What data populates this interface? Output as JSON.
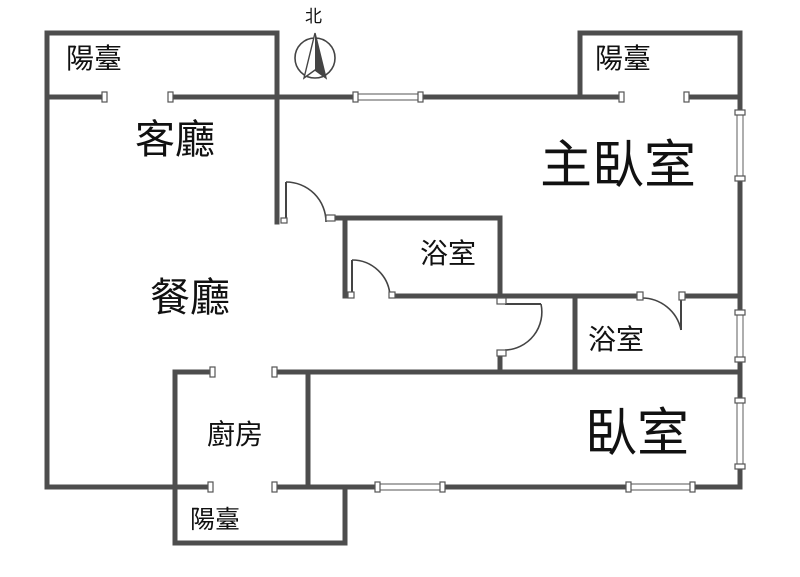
{
  "compass": {
    "label": "北"
  },
  "rooms": {
    "balcony_nw": "陽臺",
    "balcony_ne": "陽臺",
    "balcony_s": "陽臺",
    "living_room": "客廳",
    "master_bedroom": "主臥室",
    "bathroom_center": "浴室",
    "dining_room": "餐廳",
    "bathroom_right": "浴室",
    "kitchen": "廚房",
    "bedroom": "臥室"
  }
}
